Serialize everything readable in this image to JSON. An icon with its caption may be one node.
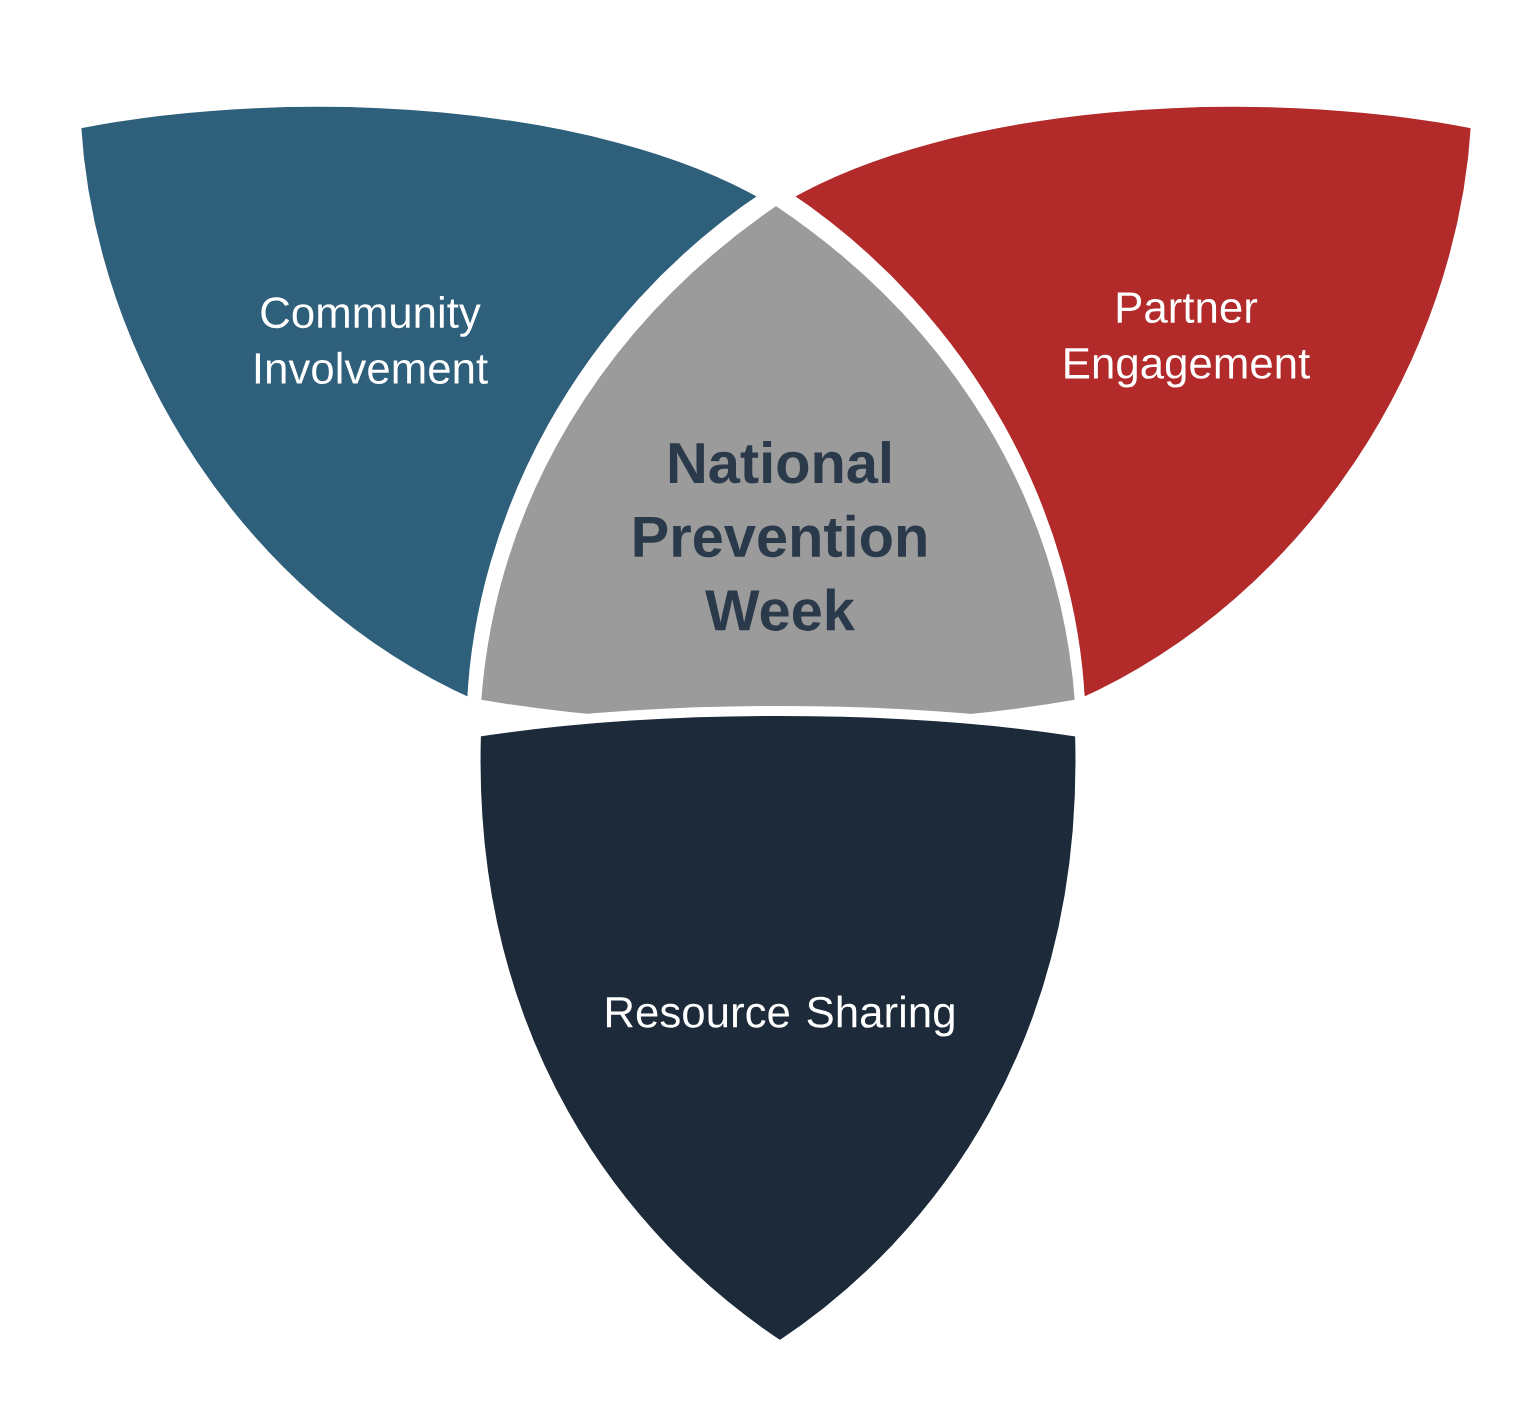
{
  "diagram": {
    "nodes": [
      {
        "text": [
          "Community Involvement"
        ]
      },
      {
        "text": [
          "Partner Engagement"
        ]
      },
      {
        "text": [
          "National Prevention Week"
        ]
      },
      {
        "text": [
          "Resource Sharing"
        ]
      }
    ]
  }
}
